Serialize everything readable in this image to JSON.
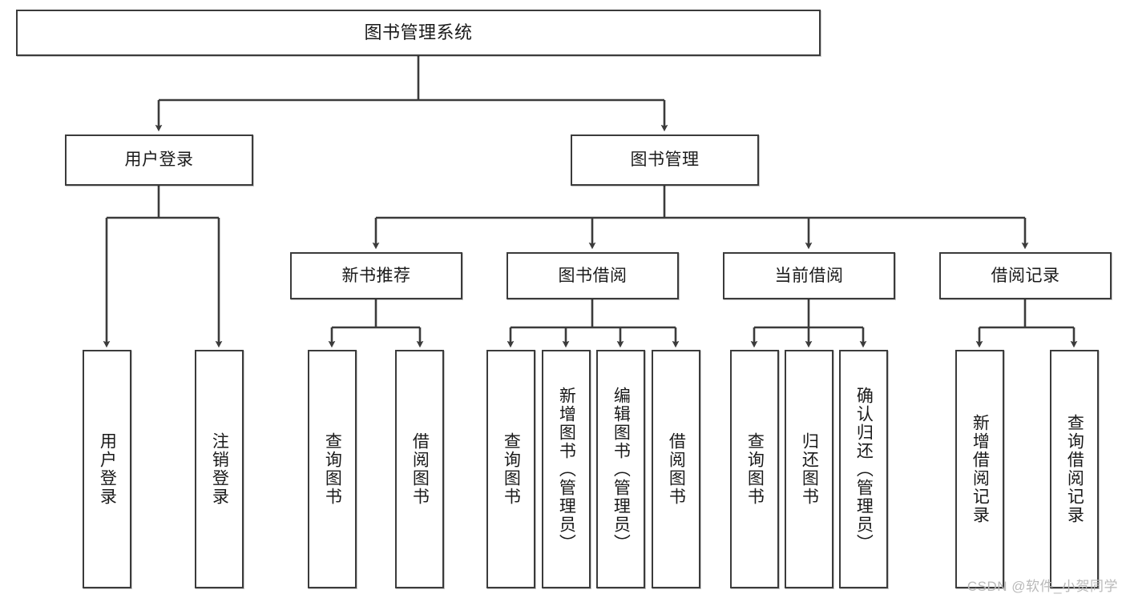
{
  "diagram": {
    "type": "tree",
    "title": "图书管理系统",
    "watermark": "CSDN @软件_小贺同学",
    "colors": {
      "border": "#3b3b3b",
      "background": "#ffffff",
      "text": "#1a1a1a",
      "watermark": "#b9b9b9"
    },
    "nodes": {
      "root": {
        "label": "图书管理系统"
      },
      "level2": [
        {
          "label": "用户登录"
        },
        {
          "label": "图书管理"
        }
      ],
      "level3": [
        {
          "label": "新书推荐"
        },
        {
          "label": "图书借阅"
        },
        {
          "label": "当前借阅"
        },
        {
          "label": "借阅记录"
        }
      ],
      "leaves": {
        "user_login": [
          {
            "label": "用户登录"
          },
          {
            "label": "注销登录"
          }
        ],
        "new_book": [
          {
            "label": "查询图书"
          },
          {
            "label": "借阅图书"
          }
        ],
        "borrow_book": [
          {
            "label": "查询图书"
          },
          {
            "label": "新增图书（管理员）"
          },
          {
            "label": "编辑图书（管理员）"
          },
          {
            "label": "借阅图书"
          }
        ],
        "current_borrow": [
          {
            "label": "查询图书"
          },
          {
            "label": "归还图书"
          },
          {
            "label": "确认归还（管理员）"
          }
        ],
        "borrow_record": [
          {
            "label": "新增借阅记录"
          },
          {
            "label": "查询借阅记录"
          }
        ]
      }
    },
    "edges": [
      {
        "from": "图书管理系统",
        "to": "用户登录"
      },
      {
        "from": "图书管理系统",
        "to": "图书管理"
      },
      {
        "from": "用户登录",
        "to": "用户登录"
      },
      {
        "from": "用户登录",
        "to": "注销登录"
      },
      {
        "from": "图书管理",
        "to": "新书推荐"
      },
      {
        "from": "图书管理",
        "to": "图书借阅"
      },
      {
        "from": "图书管理",
        "to": "当前借阅"
      },
      {
        "from": "图书管理",
        "to": "借阅记录"
      },
      {
        "from": "新书推荐",
        "to": "查询图书"
      },
      {
        "from": "新书推荐",
        "to": "借阅图书"
      },
      {
        "from": "图书借阅",
        "to": "查询图书"
      },
      {
        "from": "图书借阅",
        "to": "新增图书（管理员）"
      },
      {
        "from": "图书借阅",
        "to": "编辑图书（管理员）"
      },
      {
        "from": "图书借阅",
        "to": "借阅图书"
      },
      {
        "from": "当前借阅",
        "to": "查询图书"
      },
      {
        "from": "当前借阅",
        "to": "归还图书"
      },
      {
        "from": "当前借阅",
        "to": "确认归还（管理员）"
      },
      {
        "from": "借阅记录",
        "to": "新增借阅记录"
      },
      {
        "from": "借阅记录",
        "to": "查询借阅记录"
      }
    ]
  }
}
